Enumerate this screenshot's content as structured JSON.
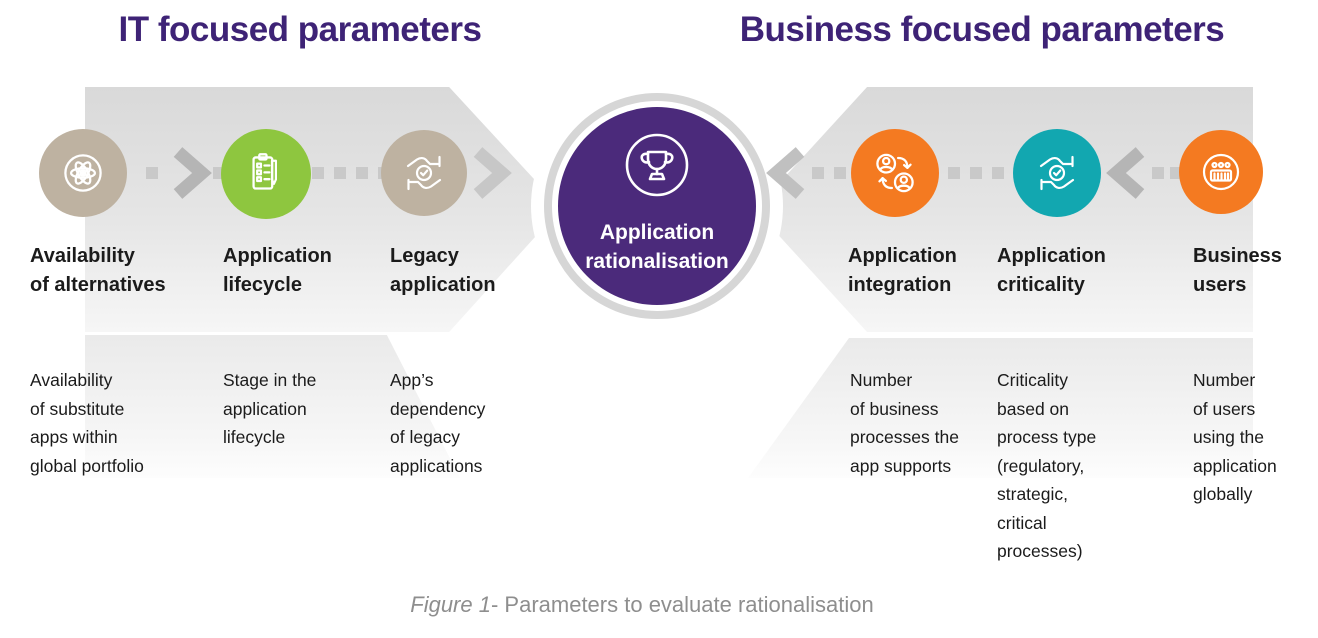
{
  "headers": {
    "left": "IT focused parameters",
    "right": "Business focused parameters"
  },
  "center": {
    "line1": "Application",
    "line2": "rationalisation",
    "icon": "trophy-icon"
  },
  "it_parameters": [
    {
      "label": "Availability\nof alternatives",
      "desc": "Availability\nof substitute\napps within\nglobal portfolio",
      "icon": "atom-icon",
      "color": "#beb2a1"
    },
    {
      "label": "Application\nlifecycle",
      "desc": "Stage in the\napplication\nlifecycle",
      "icon": "checklist-icon",
      "color": "#8ec63f"
    },
    {
      "label": "Legacy\napplication",
      "desc": "App’s\ndependency\nof legacy\napplications",
      "icon": "hands-exchange-icon",
      "color": "#beb2a1"
    }
  ],
  "business_parameters": [
    {
      "label": "Application\nintegration",
      "desc": "Number\nof business\nprocesses the\napp supports",
      "icon": "people-sync-icon",
      "color": "#f47a21"
    },
    {
      "label": "Application\ncriticality",
      "desc": "Criticality\nbased on\nprocess type\n(regulatory,\nstrategic,\ncritical\nprocesses)",
      "icon": "hands-exchange-icon",
      "color": "#12a7b0"
    },
    {
      "label": "Business\nusers",
      "desc": "Number\nof users\nusing the\napplication\nglobally",
      "icon": "audience-icon",
      "color": "#f47a21"
    }
  ],
  "caption": {
    "prefix": "Figure 1",
    "rest": "- Parameters to evaluate rationalisation"
  },
  "palette": {
    "purple": "#4b2a7b",
    "purple-dark": "#3e2376",
    "tan": "#beb2a1",
    "green": "#8ec63f",
    "orange": "#f47a21",
    "teal": "#12a7b0",
    "gray-arrow": "#b3b3b3",
    "gray-dash": "#c9c9c9",
    "ring": "#d6d6d6",
    "caption": "#8e8e8e"
  }
}
